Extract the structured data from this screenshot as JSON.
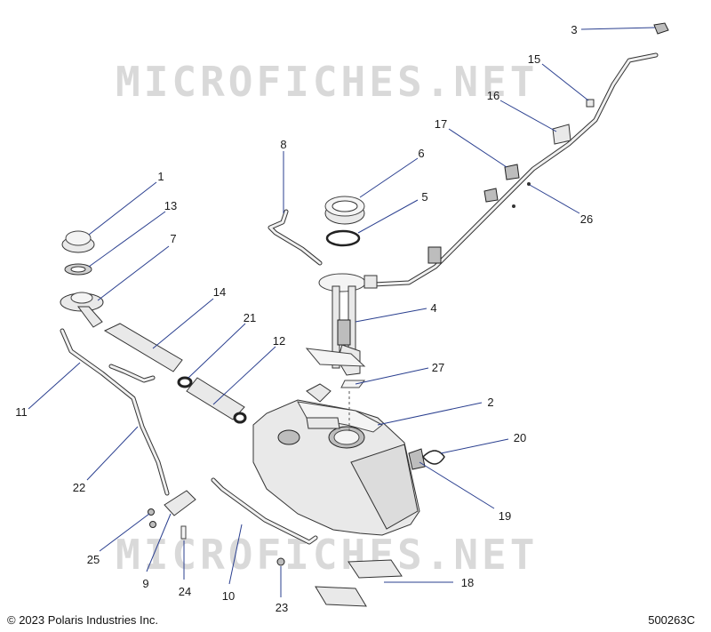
{
  "watermark": "MICROFICHES.NET",
  "copyright": "© 2023 Polaris Industries Inc.",
  "drawing_id": "500263C",
  "callouts": [
    {
      "num": "1"
    },
    {
      "num": "2"
    },
    {
      "num": "3"
    },
    {
      "num": "4"
    },
    {
      "num": "5"
    },
    {
      "num": "6"
    },
    {
      "num": "7"
    },
    {
      "num": "8"
    },
    {
      "num": "9"
    },
    {
      "num": "10"
    },
    {
      "num": "11"
    },
    {
      "num": "12"
    },
    {
      "num": "13"
    },
    {
      "num": "14"
    },
    {
      "num": "15"
    },
    {
      "num": "16"
    },
    {
      "num": "17"
    },
    {
      "num": "18"
    },
    {
      "num": "19"
    },
    {
      "num": "20"
    },
    {
      "num": "21"
    },
    {
      "num": "22"
    },
    {
      "num": "23"
    },
    {
      "num": "24"
    },
    {
      "num": "25"
    },
    {
      "num": "26"
    },
    {
      "num": "27"
    }
  ],
  "colors": {
    "leader": "#2a3f8f",
    "watermark": "#d9d9d9"
  }
}
